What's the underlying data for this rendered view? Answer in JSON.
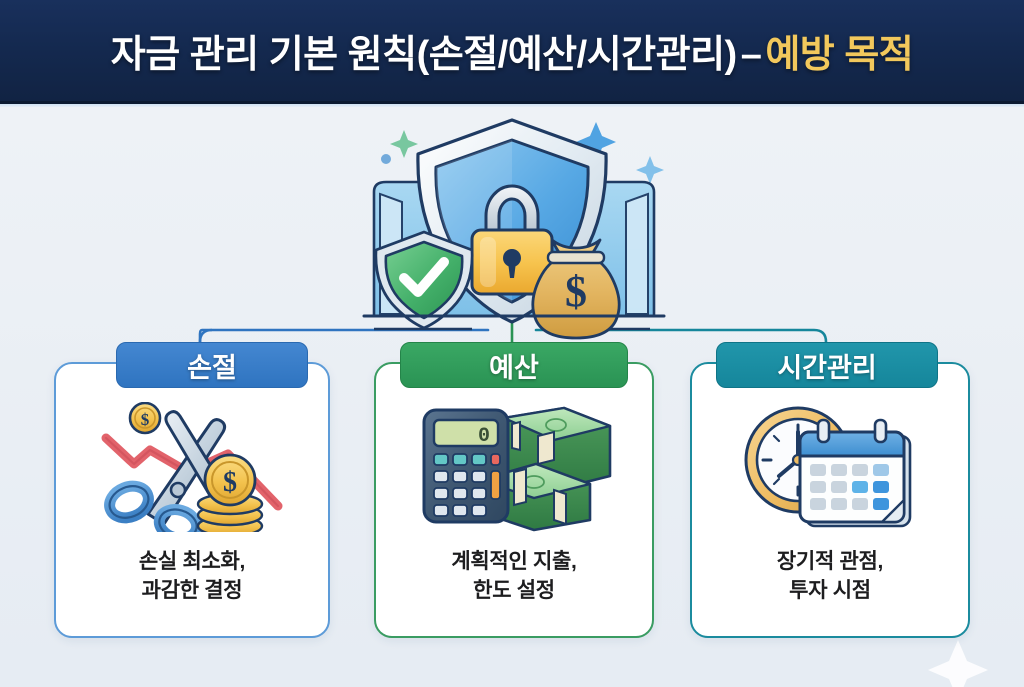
{
  "header": {
    "title_main": "자금 관리 기본 원칙(손절/예산/시간관리)",
    "title_dash": "–",
    "title_highlight": "예방 목적",
    "bg_color": "#14294f",
    "text_color": "#ffffff",
    "highlight_color": "#f2c85c"
  },
  "hero": {
    "icon_name": "shield-lock-moneybag",
    "shield_color": "#4a9fe0",
    "lock_color": "#f5c242",
    "check_shield_color": "#49b26b",
    "money_bag_color": "#e8b85e"
  },
  "cards": [
    {
      "id": "son-jeol",
      "header_label": "손절",
      "accent": "#2f74c0",
      "border": "#5d9bd8",
      "icon_name": "scissors-cutting-loss-chart-coins-icon",
      "caption_line1": "손실 최소화,",
      "caption_line2": "과감한 결정"
    },
    {
      "id": "ye-san",
      "header_label": "예산",
      "accent": "#2a9354",
      "border": "#3a9c62",
      "icon_name": "calculator-cash-stack-icon",
      "caption_line1": "계획적인 지출,",
      "caption_line2": "한도 설정"
    },
    {
      "id": "si-gan-gwan-ri",
      "header_label": "시간관리",
      "accent": "#15869b",
      "border": "#1b8b9e",
      "icon_name": "clock-calendar-icon",
      "caption_line1": "장기적 관점,",
      "caption_line2": "투자 시점"
    }
  ],
  "connectors": {
    "left_color": "#2f74c0",
    "center_color": "#2a9354",
    "right_color": "#15869b"
  },
  "background": {
    "page_color": "#edf1f5"
  }
}
